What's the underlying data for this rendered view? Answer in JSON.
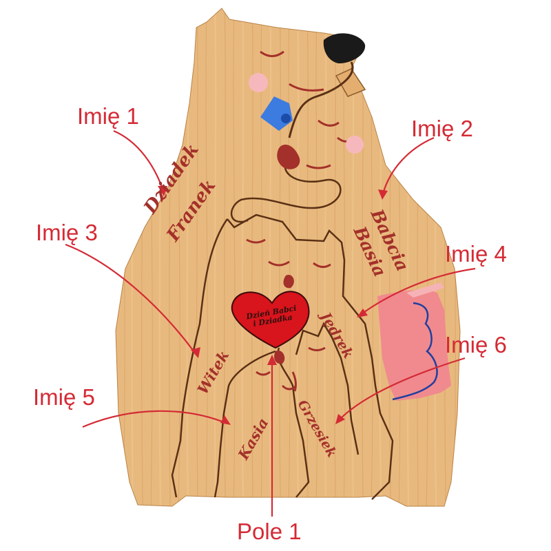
{
  "callouts": {
    "name1": "Imię 1",
    "name2": "Imię 2",
    "name3": "Imię 3",
    "name4": "Imię 4",
    "name5": "Imię 5",
    "name6": "Imię 6",
    "field1": "Pole 1"
  },
  "engraved_names": {
    "grandpa_line1": "Dziadek",
    "grandpa_line2": "Franek",
    "grandma_line1": "Babcia",
    "grandma_line2": "Basia",
    "child1": "Witek",
    "child2": "Jędrek",
    "child3": "Kasia",
    "child4": "Grzesiek"
  },
  "heart": {
    "line1": "Dzień Babci",
    "line2": "i Dziadka"
  },
  "colors": {
    "wood": "#e6b57a",
    "wood_dark": "#c98a4a",
    "engraving": "#a3302a",
    "callout": "#d42a35",
    "heart": "#d8141c",
    "apron": "#f08a8e",
    "bow": "#3c7be0"
  }
}
